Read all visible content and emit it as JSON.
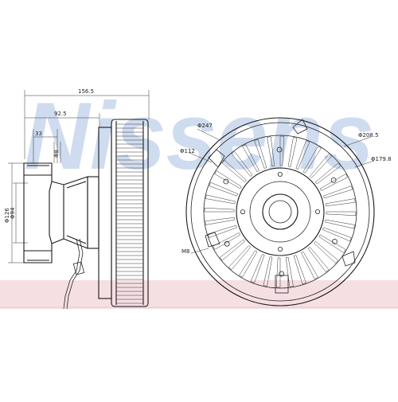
{
  "watermark": {
    "text": "Nissens",
    "color": "#cfdcef"
  },
  "band_color": "#f6dfe3",
  "side_view": {
    "dimensions": {
      "overall_length": "156.5",
      "mid_length": "92.5",
      "short_length": "33",
      "small_dia": "Φ8",
      "flange_dia": "Φ126",
      "hub_dia": "Φ94"
    }
  },
  "front_view": {
    "dimensions": {
      "d247": "Φ247",
      "d112": "Φ112",
      "d208": "Φ208.5",
      "d179": "Φ179.8",
      "bolt": "M8"
    }
  }
}
